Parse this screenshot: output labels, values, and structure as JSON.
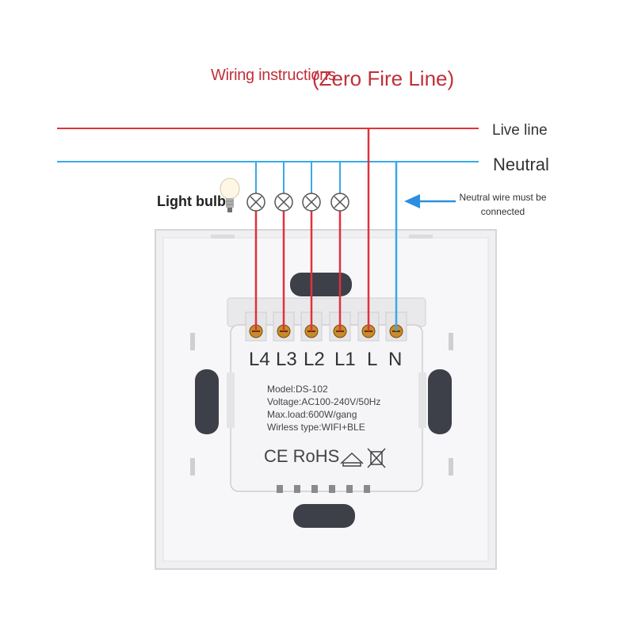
{
  "title": {
    "part1": "Wiring instructions",
    "part2": "(Zero Fire Line)"
  },
  "lines": {
    "live": "Live line",
    "neutral": "Neutral"
  },
  "light_bulb_label": "Light bulb",
  "neutral_note": "Neutral wire must be connected",
  "terminals": [
    "L4",
    "L3",
    "L2",
    "L1",
    "L",
    "N"
  ],
  "specs": {
    "model": "Model:DS-102",
    "voltage": "Voltage:AC100-240V/50Hz",
    "max_load": "Max.load:600W/gang",
    "wireless": "Wirless type:WIFI+BLE"
  },
  "cert_marks": "CE RoHS",
  "colors": {
    "live": "#e0323c",
    "neutral": "#3aa8e8",
    "title": "#c0303a",
    "arrow": "#2a8fe0"
  }
}
